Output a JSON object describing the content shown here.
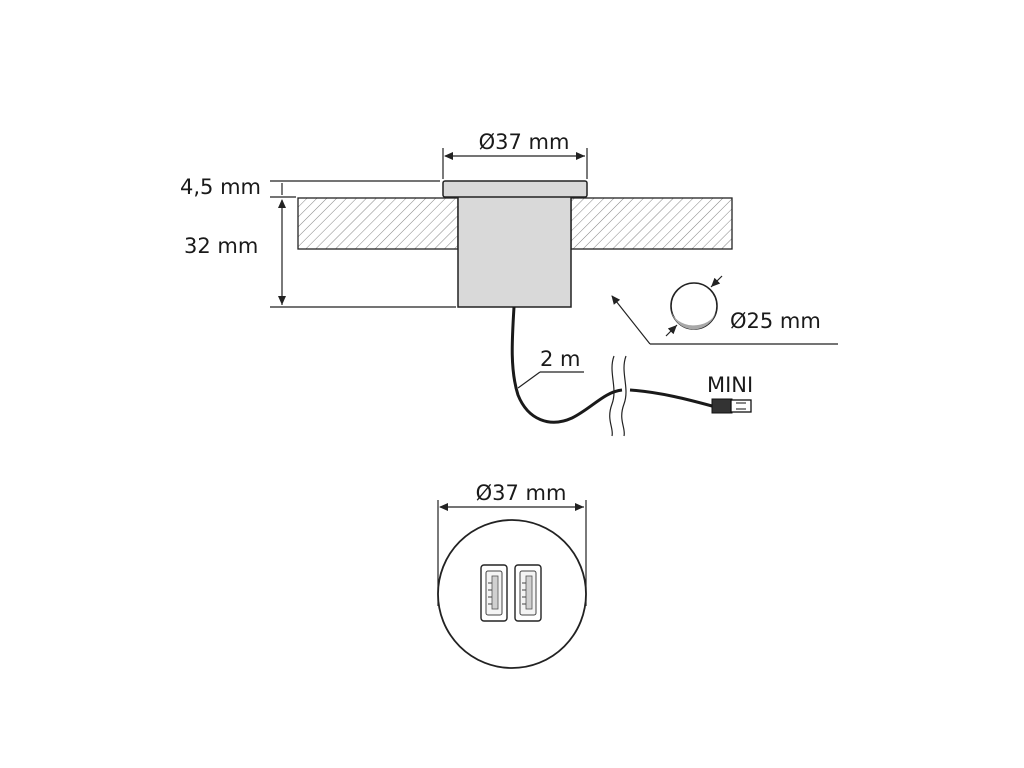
{
  "dimensions": {
    "top_diameter": "Ø37 mm",
    "flange_height": "4,5 mm",
    "body_height": "32 mm",
    "hole_diameter": "Ø25 mm",
    "cable_length": "2 m",
    "connector": "MINI",
    "bottom_diameter": "Ø37 mm"
  },
  "colors": {
    "line": "#222222",
    "housing_fill": "#d9d9d9",
    "hatch": "#555555",
    "cable": "#1a1a1a"
  }
}
